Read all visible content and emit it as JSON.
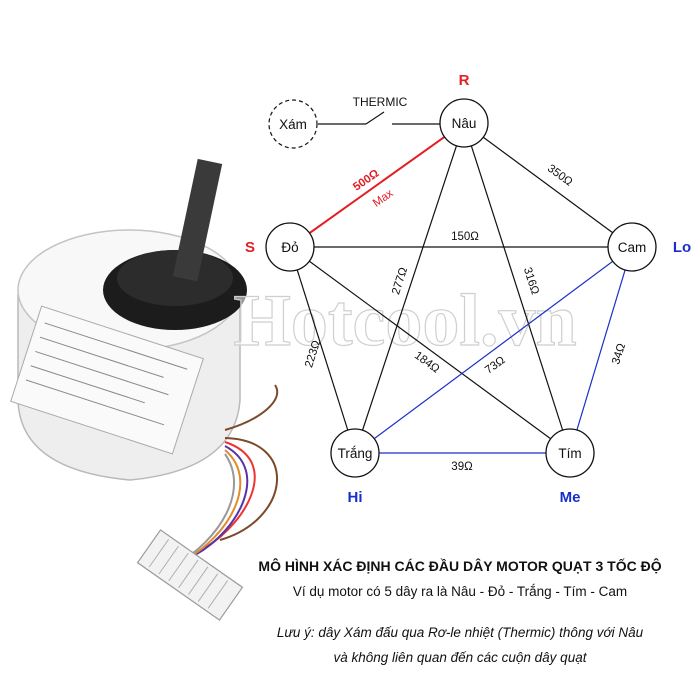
{
  "watermark": "Hotcool.vn",
  "nodes": {
    "xam": "Xám",
    "nau": "Nâu",
    "do": "Đỏ",
    "cam": "Cam",
    "trang": "Trắng",
    "tim": "Tím"
  },
  "speed_labels": {
    "r": "R",
    "s": "S",
    "lo": "Lo",
    "hi": "Hi",
    "me": "Me"
  },
  "thermic_label": "THERMIC",
  "edges": {
    "nau_do": "500Ω",
    "nau_do_note": "Max",
    "nau_cam": "350Ω",
    "do_cam": "150Ω",
    "nau_trang": "277Ω",
    "nau_tim": "316Ω",
    "do_trang": "223Ω",
    "do_tim": "184Ω",
    "trang_cam": "73Ω",
    "cam_tim": "34Ω",
    "trang_tim": "39Ω"
  },
  "colors": {
    "red": "#e31e24",
    "blue": "#1a2fc9",
    "black": "#111111"
  },
  "caption": {
    "title": "MÔ HÌNH XÁC ĐỊNH CÁC ĐẦU DÂY MOTOR QUẠT 3 TỐC ĐỘ",
    "subtitle": "Ví dụ motor có 5 dây ra là Nâu - Đỏ - Trắng - Tím - Cam",
    "note_line1": "Lưu ý: dây Xám đấu qua Rơ-le nhiệt (Thermic) thông với Nâu",
    "note_line2": "và không liên quan đến các cuộn dây quạt"
  }
}
